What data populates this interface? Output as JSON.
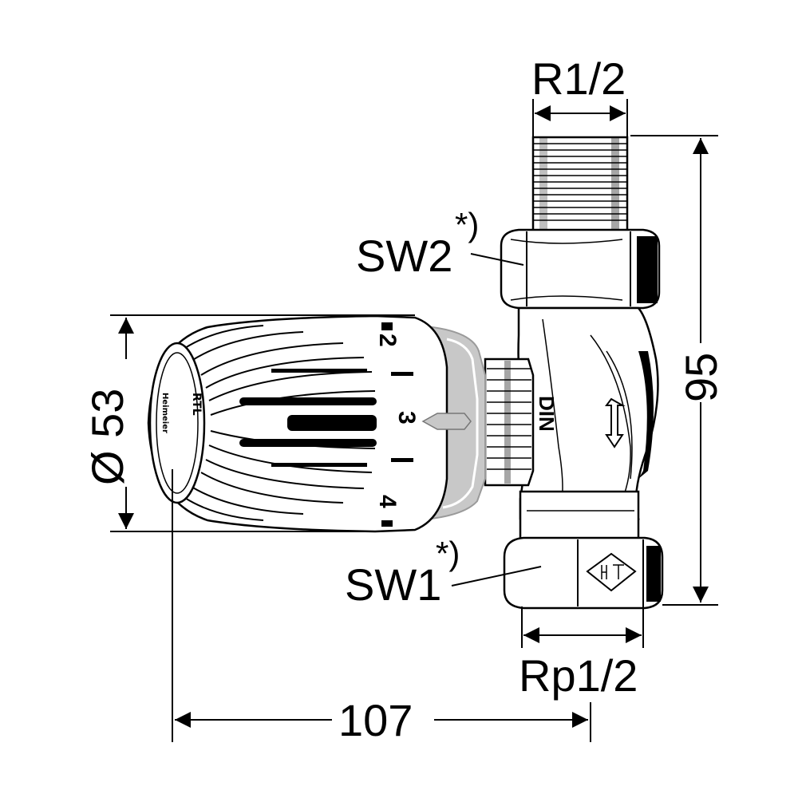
{
  "dimensions": {
    "top_thread": "R1/2",
    "bottom_thread": "Rp1/2",
    "height": "95",
    "diameter": "Ø 53",
    "length": "107"
  },
  "wrench_sizes": {
    "upper": "SW2",
    "lower": "SW1",
    "note_mark": "*)"
  },
  "thermostat_head": {
    "scale": [
      "2",
      "3",
      "4"
    ],
    "brand_text": "RTL",
    "brand_sub": "Heimeier"
  },
  "valve_body": {
    "marking": "DIN"
  },
  "colors": {
    "line": "#000000",
    "background": "#ffffff",
    "ring_gray": "#c8c8c8"
  }
}
